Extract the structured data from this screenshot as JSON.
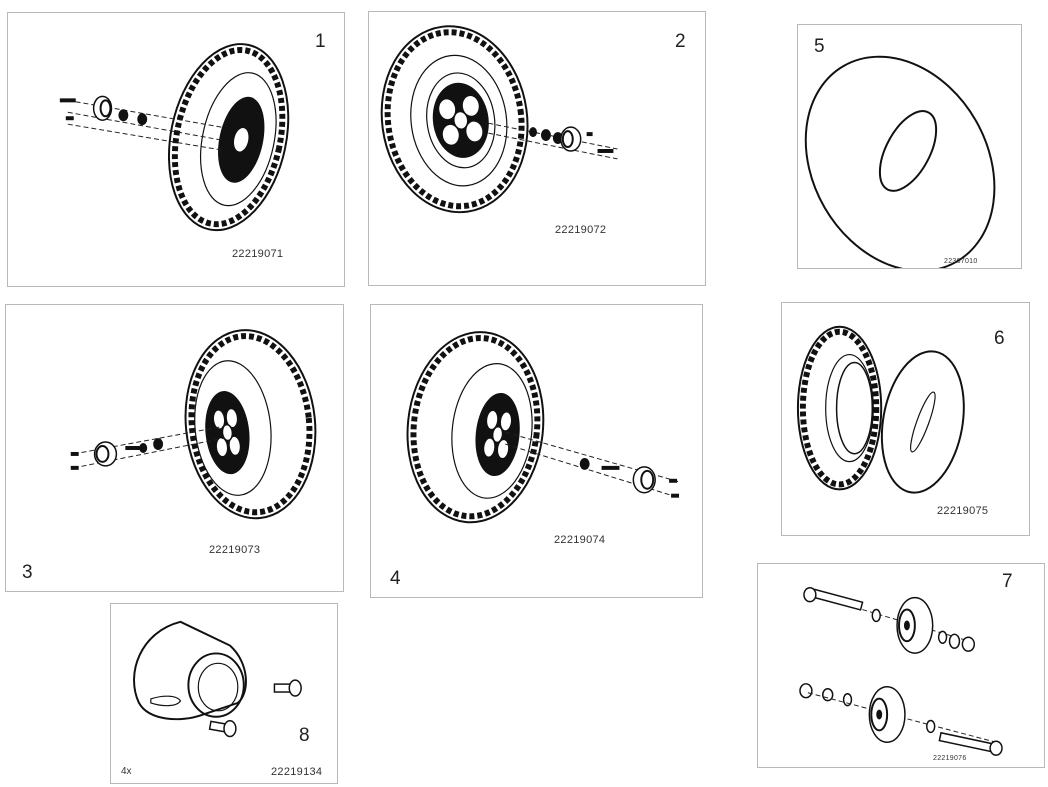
{
  "panels": [
    {
      "number": "1",
      "code": "22219071"
    },
    {
      "number": "2",
      "code": "22219072"
    },
    {
      "number": "3",
      "code": "22219073"
    },
    {
      "number": "4",
      "code": "22219074"
    },
    {
      "number": "5",
      "code": "22307010"
    },
    {
      "number": "6",
      "code": "22219075"
    },
    {
      "number": "7",
      "code": "22219076"
    },
    {
      "number": "8",
      "code": "22219134",
      "quantity": "4x"
    }
  ]
}
